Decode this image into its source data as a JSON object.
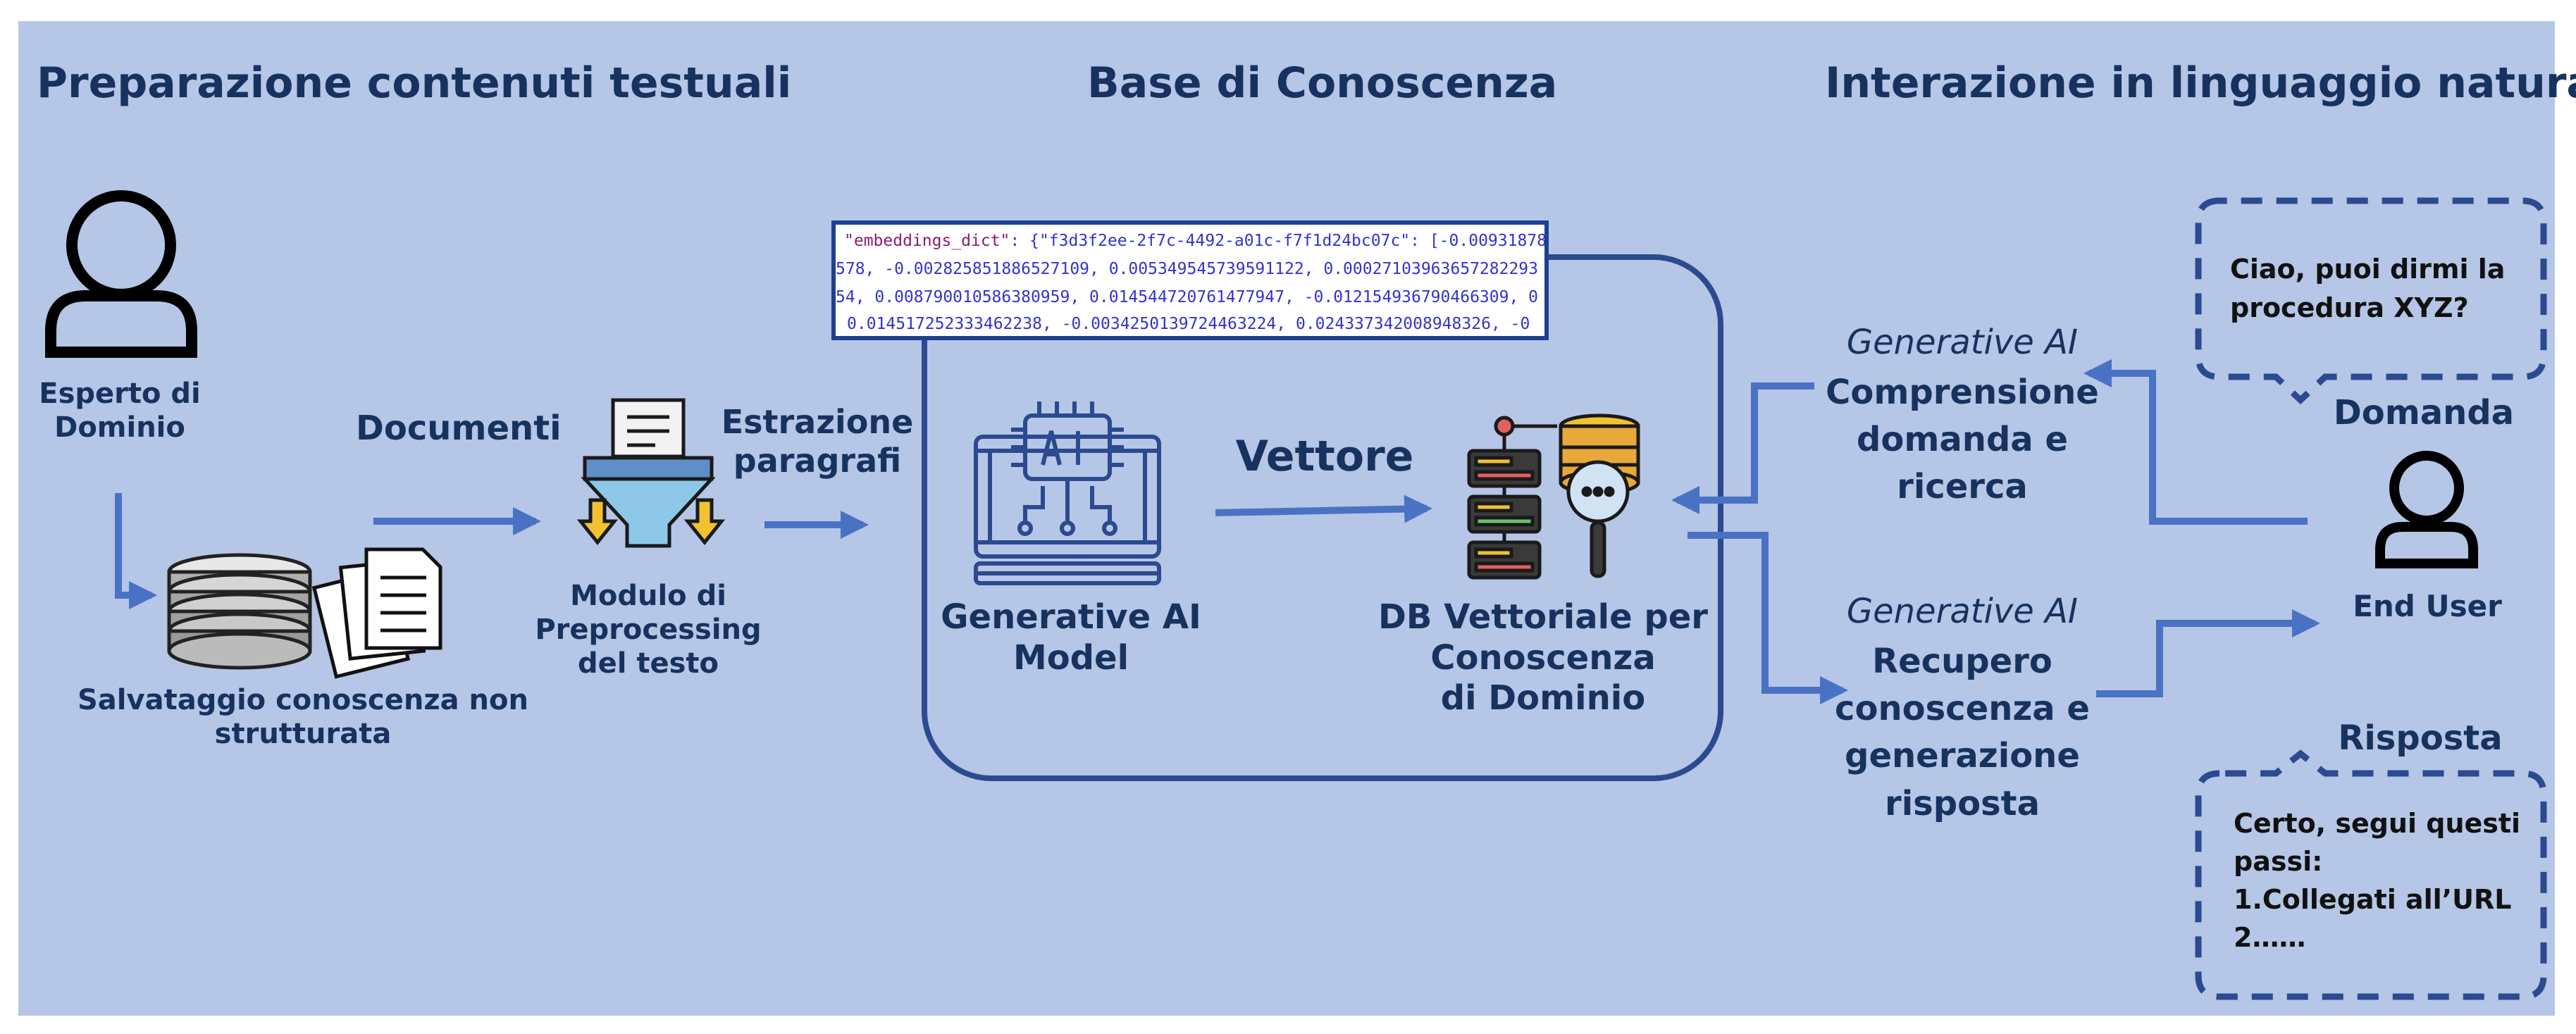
{
  "sections": {
    "left": "Preparazione contenuti testuali",
    "middle": "Base di Conoscenza",
    "right": "Interazione in linguaggio naturale"
  },
  "expert_label": "Esperto di\nDominio",
  "storage_label": "Salvataggio conoscenza non\nstrutturata",
  "documents_label": "Documenti",
  "preprocessing_label": "Modulo di\nPreprocessing\ndel testo",
  "extraction_label": "Estrazione\nparagrafi",
  "ai_model_label": "Generative AI\nModel",
  "vector_label": "Vettore",
  "db_label": "DB Vettoriale per\nConoscenza\ndi Dominio",
  "embeddings": {
    "key": "\"embeddings_dict\"",
    "line1": ": {\"f3d3f2ee-2f7c-4492-a01c-f7f1d24bc07c\": [-0.00931878",
    "line2": "578, -0.002825851886527109, 0.005349545739591122, 0.00027103963657282293",
    "line3": "54, 0.008790010586380959, 0.014544720761477947, -0.012154936790466309, 0",
    "line4": "0.014517252333462238, -0.0034250139724463224, 0.024337342008948326, -0"
  },
  "understanding": {
    "tag": "Generative AI",
    "text": "Comprensione\ndomanda e\nricerca"
  },
  "retrieval": {
    "tag": "Generative AI",
    "text": "Recupero\nconoscenza e\ngenerazione\nrisposta"
  },
  "question_bubble": "Ciao, puoi dirmi la\nprocedura XYZ?",
  "question_label": "Domanda",
  "end_user_label": "End User",
  "answer_label": "Risposta",
  "answer_bubble": "Certo, segui questi\npassi:\n1.Collegati all’URL\n2……",
  "colors": {
    "background": "#b5c6e6",
    "text": "#17325e",
    "arrow": "#4a72c4",
    "box_border": "#2b4a8f"
  }
}
